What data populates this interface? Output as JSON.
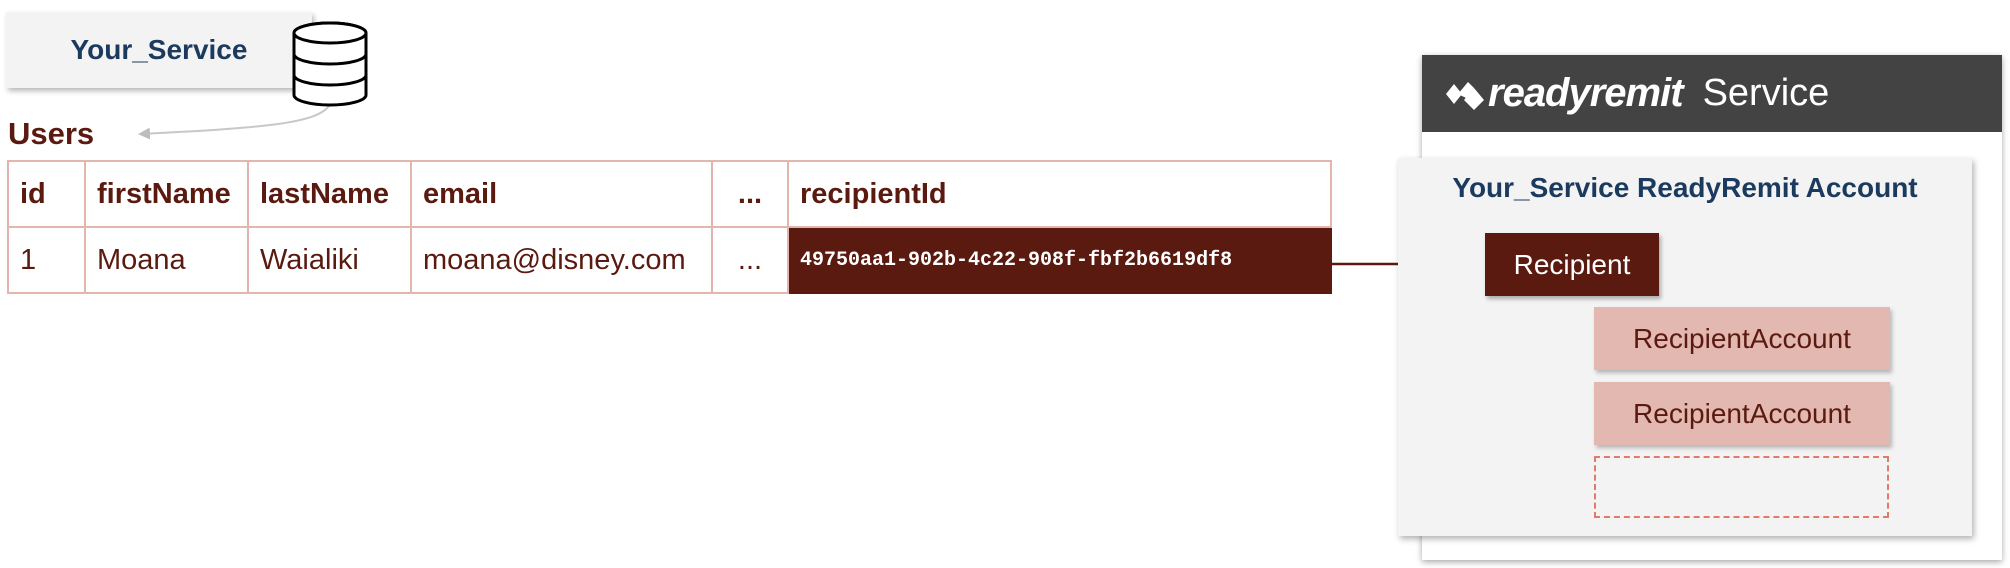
{
  "service": {
    "title": "Your_Service",
    "icon": "database-icon"
  },
  "users_table": {
    "name": "Users",
    "columns": [
      "id",
      "firstName",
      "lastName",
      "email",
      "...",
      "recipientId"
    ],
    "rows": [
      [
        "1",
        "Moana",
        "Waialiki",
        "moana@disney.com",
        "...",
        "49750aa1-902b-4c22-908f-fbf2b6619df8"
      ]
    ]
  },
  "readyremit": {
    "logo_text": "readyremit",
    "service_label": "Service",
    "account_title": "Your_Service ReadyRemit Account",
    "recipient_label": "Recipient",
    "recipient_accounts": [
      "RecipientAccount",
      "RecipientAccount"
    ]
  },
  "colors": {
    "dark_brown": "#5a1a10",
    "navy": "#1c3a5e",
    "pink": "#e2b8b1",
    "header_gray": "#434343"
  }
}
